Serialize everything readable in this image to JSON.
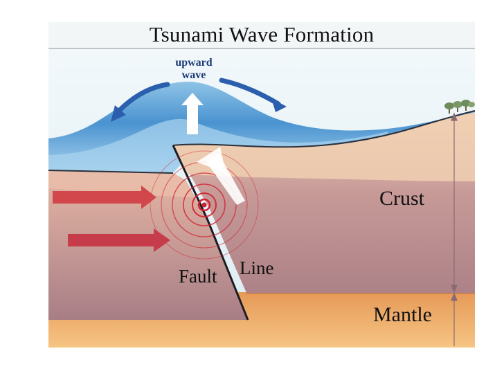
{
  "title": "Tsunami Wave Formation",
  "labels": {
    "upward_wave": [
      "upward",
      "wave"
    ],
    "crust": "Crust",
    "mantle": "Mantle",
    "fault": "Fault",
    "line": "Line"
  },
  "colors": {
    "sky": "#e9f3f6",
    "ocean_dark": "#3f86c8",
    "ocean_light": "#9ccbea",
    "crust_top": "#ecc6a8",
    "crust": "#b4838a",
    "mantle": "#f2ad69",
    "arrow_red": "#d2474b",
    "arrow_blue": "#2b5fae",
    "epicenter": "#d21f2f"
  },
  "icons": [
    "trees-icon",
    "epicenter-rings-icon",
    "double-headed-arrow-icon"
  ]
}
